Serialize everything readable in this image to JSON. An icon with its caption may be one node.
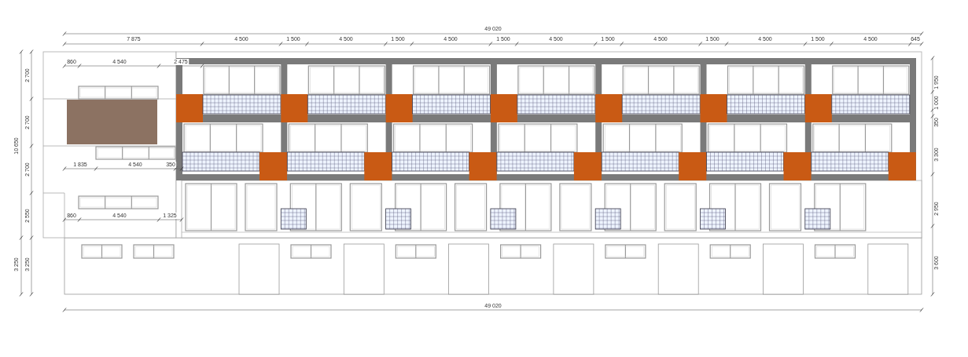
{
  "diagram": {
    "labels": [
      "49 020",
      "7 875",
      "4 500",
      "1 500",
      "4 500",
      "1 500",
      "4 500",
      "1 500",
      "4 500",
      "1 500",
      "4 500",
      "1 500",
      "4 500",
      "1 500",
      "4 500",
      "645",
      "860",
      "4 540",
      "2 475",
      "10 650",
      "2 700",
      "2 700",
      "2 700",
      "2 550",
      "1 950",
      "1 000",
      "350",
      "3 300",
      "2 950",
      "3 600",
      "1 835",
      "4 540",
      "350",
      "860",
      "4 540",
      "1 325",
      "3 250",
      "3 250",
      "49 020"
    ]
  }
}
